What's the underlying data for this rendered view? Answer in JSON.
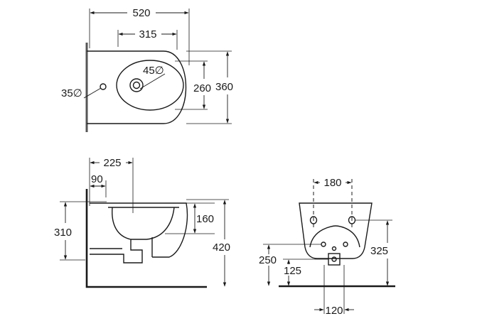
{
  "top_view": {
    "width": "520",
    "bowl_width": "315",
    "tap_hole": "45∅",
    "bowl_depth": "260",
    "depth": "360",
    "fixing_hole": "35∅"
  },
  "side_view": {
    "bowl_center": "225",
    "fixing_offset": "90",
    "rim_drop": "160",
    "fixing_height": "310",
    "height": "420"
  },
  "front_view": {
    "fixing_spacing": "180",
    "fixing_height": "325",
    "waste_height": "250",
    "inlet_height": "125",
    "inlet_width": "120"
  }
}
